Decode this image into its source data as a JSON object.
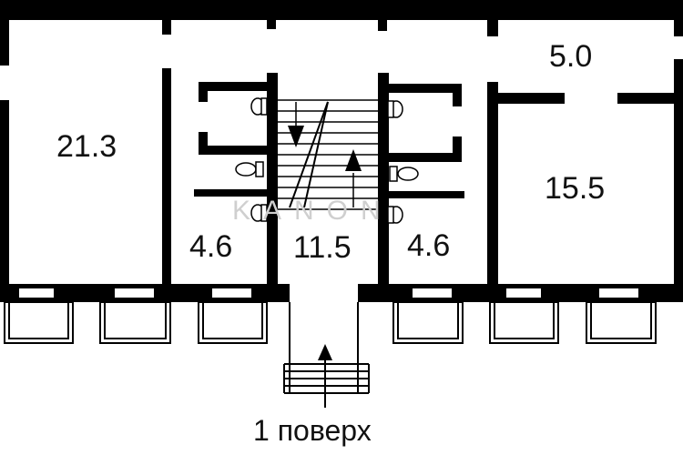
{
  "plan": {
    "caption": "1 поверх",
    "rooms": [
      {
        "id": "room-a",
        "area": "21.3"
      },
      {
        "id": "wc-left",
        "area": "4.6"
      },
      {
        "id": "stair-hall",
        "area": "11.5"
      },
      {
        "id": "wc-right",
        "area": "4.6"
      },
      {
        "id": "room-b",
        "area": "15.5"
      },
      {
        "id": "corridor",
        "area": "5.0"
      }
    ],
    "watermark": "KANON"
  }
}
